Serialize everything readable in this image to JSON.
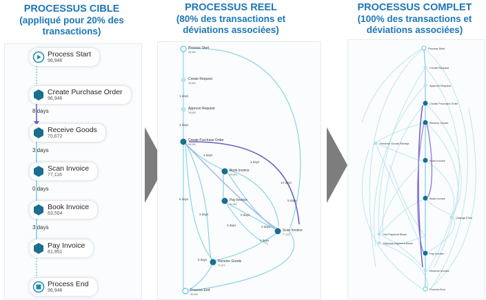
{
  "headers": {
    "target": {
      "line1": "PROCESSUS CIBLE",
      "line2": "(appliqué pour 20% des transactions)"
    },
    "real": {
      "line1": "PROCESSUS REEL",
      "line2": "(80% des transactions et déviations associées)"
    },
    "complete": {
      "line1": "PROCESSUS COMPLET",
      "line2": "(100% des transactions et déviations associées)"
    }
  },
  "target_process": {
    "nodes": [
      {
        "label": "Process Start",
        "count": "96,946",
        "icon": "play-icon"
      },
      {
        "label": "Create Purchase Order",
        "count": "96,946",
        "icon": "hexagon-icon"
      },
      {
        "label": "Receive Goods",
        "count": "70,672",
        "icon": "hexagon-icon"
      },
      {
        "label": "Scan Invoice",
        "count": "77,116",
        "icon": "hexagon-icon"
      },
      {
        "label": "Book Invoice",
        "count": "63,504",
        "icon": "hexagon-icon"
      },
      {
        "label": "Pay Invoice",
        "count": "61,951",
        "icon": "hexagon-icon"
      },
      {
        "label": "Process End",
        "count": "96,946",
        "icon": "stop-icon"
      }
    ],
    "edges": [
      "8 days",
      "3 days",
      "0 days",
      "3 days"
    ]
  },
  "real_process": {
    "nodes": [
      {
        "label": "Process Start",
        "count": "96,946"
      },
      {
        "label": "Create Request",
        "count": "18,636"
      },
      {
        "label": "Approve Request",
        "count": "18,636"
      },
      {
        "label": "Create Purchase Order",
        "count": "96,946"
      },
      {
        "label": "Book Invoice",
        "count": "63,504"
      },
      {
        "label": "Pay Invoice",
        "count": "61,951"
      },
      {
        "label": "Scan Invoice",
        "count": "77,116"
      },
      {
        "label": "Receive Goods",
        "count": "70,672"
      },
      {
        "label": "Process End",
        "count": "96,946"
      }
    ],
    "edge_labels": [
      "1 days",
      "3 days",
      "3 days",
      "8 days",
      "3 days",
      "14 days",
      "0 days",
      "0 days",
      "5 days",
      "3 days",
      "3 days",
      "3 days",
      "5 days"
    ]
  },
  "complete_process": {
    "nodes": [
      {
        "label": "Process Start"
      },
      {
        "label": "Create Request"
      },
      {
        "label": "Approve Request"
      },
      {
        "label": "Create Purchase Order"
      },
      {
        "label": "Receive Goods"
      },
      {
        "label": "Reverse Goods Receipt"
      },
      {
        "label": "Scan Invoice"
      },
      {
        "label": "Book Invoice"
      },
      {
        "label": "Change Price"
      },
      {
        "label": "Set Payment Block"
      },
      {
        "label": "Remove Payment Block"
      },
      {
        "label": "Pay Invoice"
      },
      {
        "label": "Reverse Invoice"
      },
      {
        "label": "Process End"
      }
    ]
  },
  "colors": {
    "header": "#1b76b8",
    "node": "#1a6e8e",
    "edge": "#66c1d8",
    "main_edge": "#6c5ec7",
    "chevron": "#7d7d7d"
  }
}
